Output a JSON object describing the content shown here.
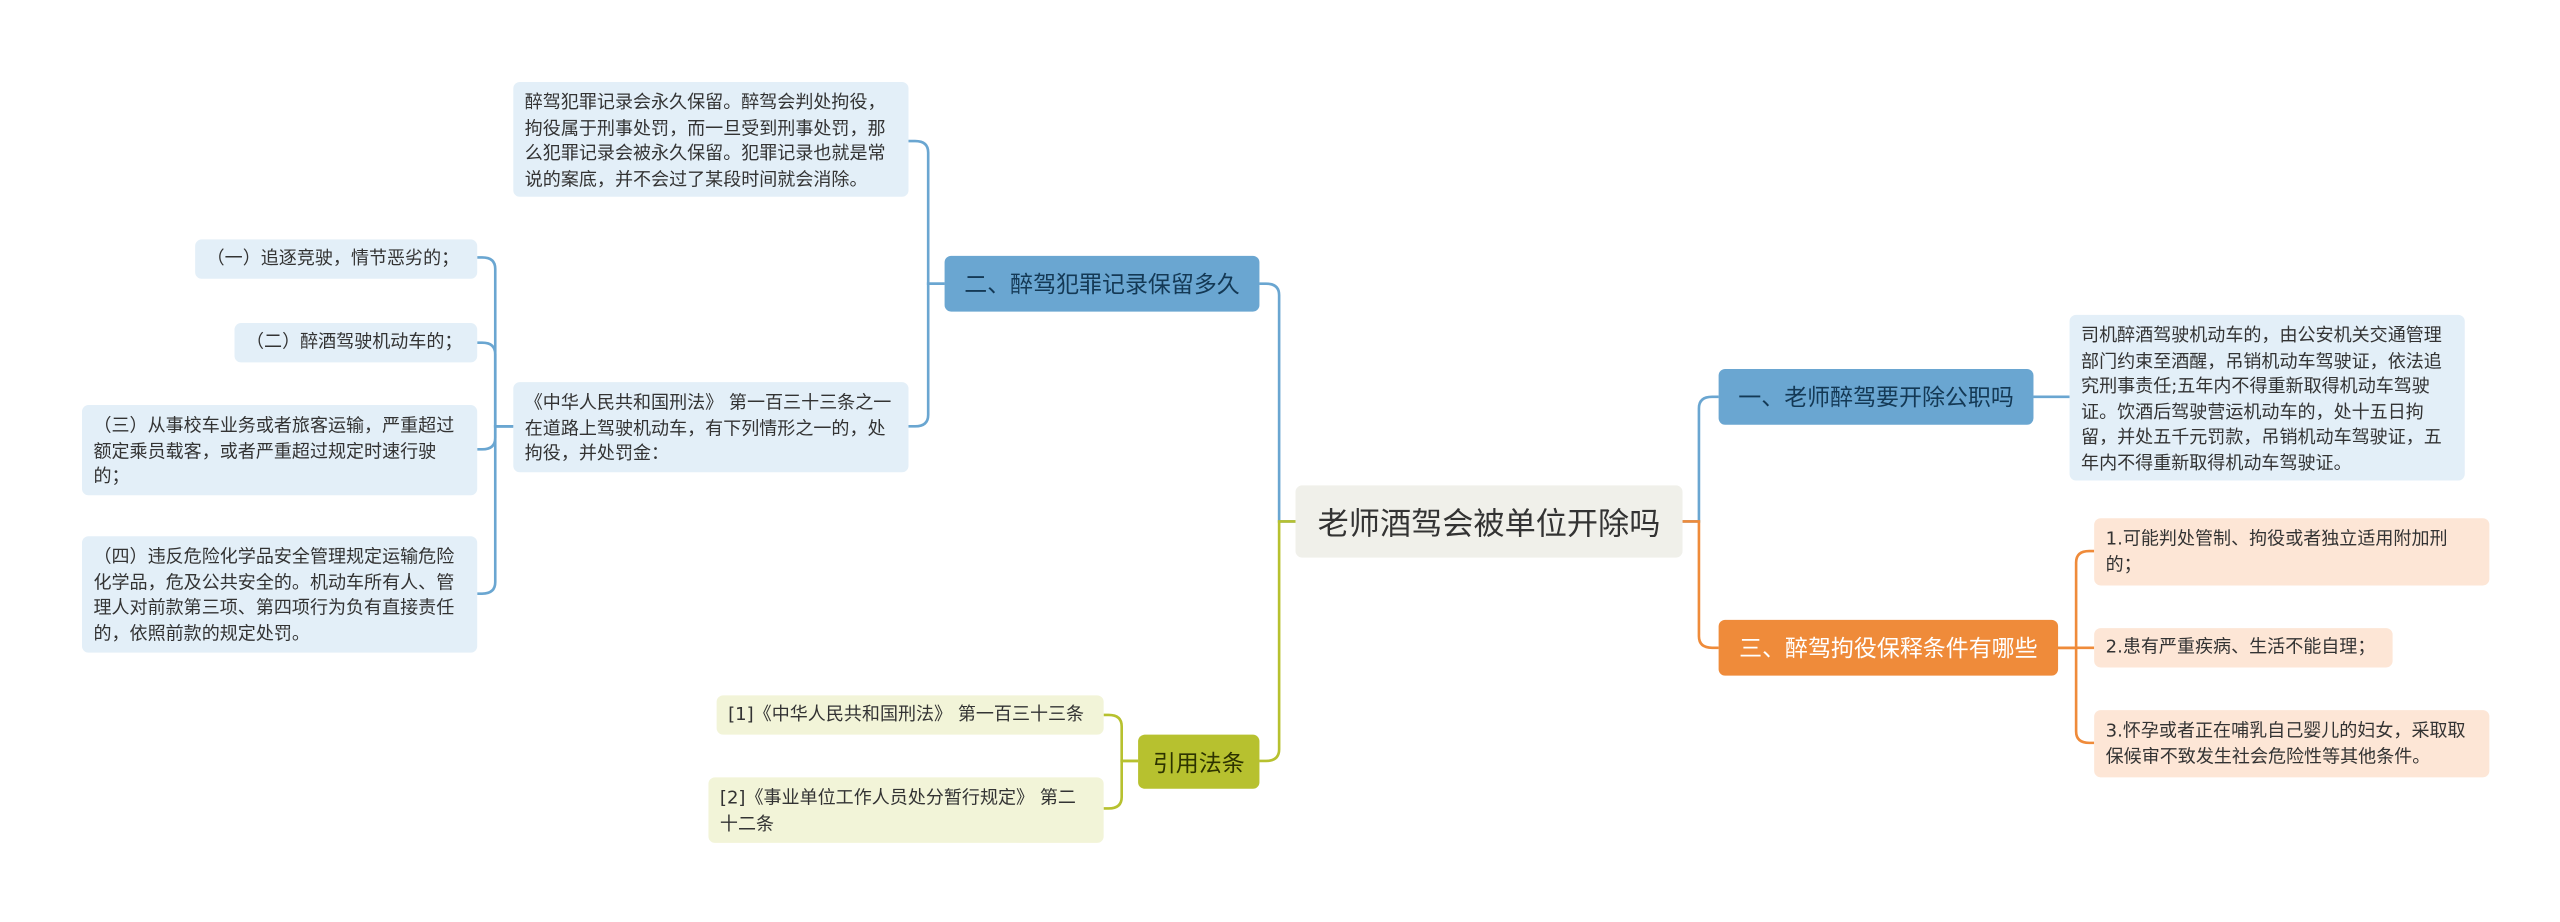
{
  "colors": {
    "blue": "#6aa6d1",
    "orange": "#ef8b3a",
    "olive": "#b7c12f",
    "root_bg": "#f0f0ea"
  },
  "root": {
    "label": "老师酒驾会被单位开除吗"
  },
  "branches": [
    {
      "label": "二、醉驾犯罪记录保留多久",
      "children": [
        {
          "text": "醉驾犯罪记录会永久保留。醉驾会判处拘役，拘役属于刑事处罚，而一旦受到刑事处罚，那么犯罪记录会被永久保留。犯罪记录也就是常说的案底，并不会过了某段时间就会消除。"
        },
        {
          "text": "《中华人民共和国刑法》 第一百三十三条之一 在道路上驾驶机动车，有下列情形之一的，处拘役，并处罚金：",
          "children": [
            {
              "text": "（一）追逐竞驶，情节恶劣的；"
            },
            {
              "text": "（二）醉酒驾驶机动车的；"
            },
            {
              "text": "（三）从事校车业务或者旅客运输，严重超过额定乘员载客，或者严重超过规定时速行驶的；"
            },
            {
              "text": "（四）违反危险化学品安全管理规定运输危险化学品，危及公共安全的。机动车所有人、管理人对前款第三项、第四项行为负有直接责任的，依照前款的规定处罚。"
            }
          ]
        }
      ]
    },
    {
      "label": "引用法条",
      "children": [
        {
          "text": "[1]《中华人民共和国刑法》 第一百三十三条"
        },
        {
          "text": "[2]《事业单位工作人员处分暂行规定》 第二十二条"
        }
      ]
    },
    {
      "label": "一、老师醉驾要开除公职吗",
      "children": [
        {
          "text": "司机醉酒驾驶机动车的，由公安机关交通管理部门约束至酒醒，吊销机动车驾驶证，依法追究刑事责任;五年内不得重新取得机动车驾驶证。饮酒后驾驶营运机动车的，处十五日拘留，并处五千元罚款，吊销机动车驾驶证，五年内不得重新取得机动车驾驶证。"
        }
      ]
    },
    {
      "label": "三、醉驾拘役保释条件有哪些",
      "children": [
        {
          "text": "1.可能判处管制、拘役或者独立适用附加刑的；"
        },
        {
          "text": "2.患有严重疾病、生活不能自理；"
        },
        {
          "text": "3.怀孕或者正在哺乳自己婴儿的妇女，采取取保候审不致发生社会危险性等其他条件。"
        }
      ]
    }
  ]
}
